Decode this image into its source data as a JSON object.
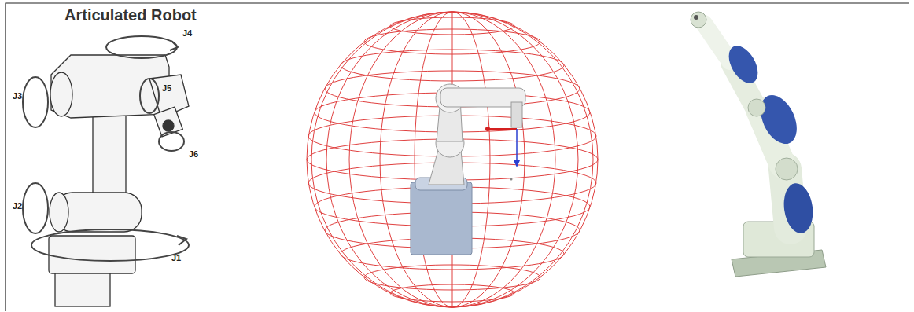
{
  "diagram": {
    "title": "Articulated Robot",
    "labels": [
      "J4",
      "J3",
      "J5",
      "J6",
      "J2",
      "J1"
    ]
  }
}
